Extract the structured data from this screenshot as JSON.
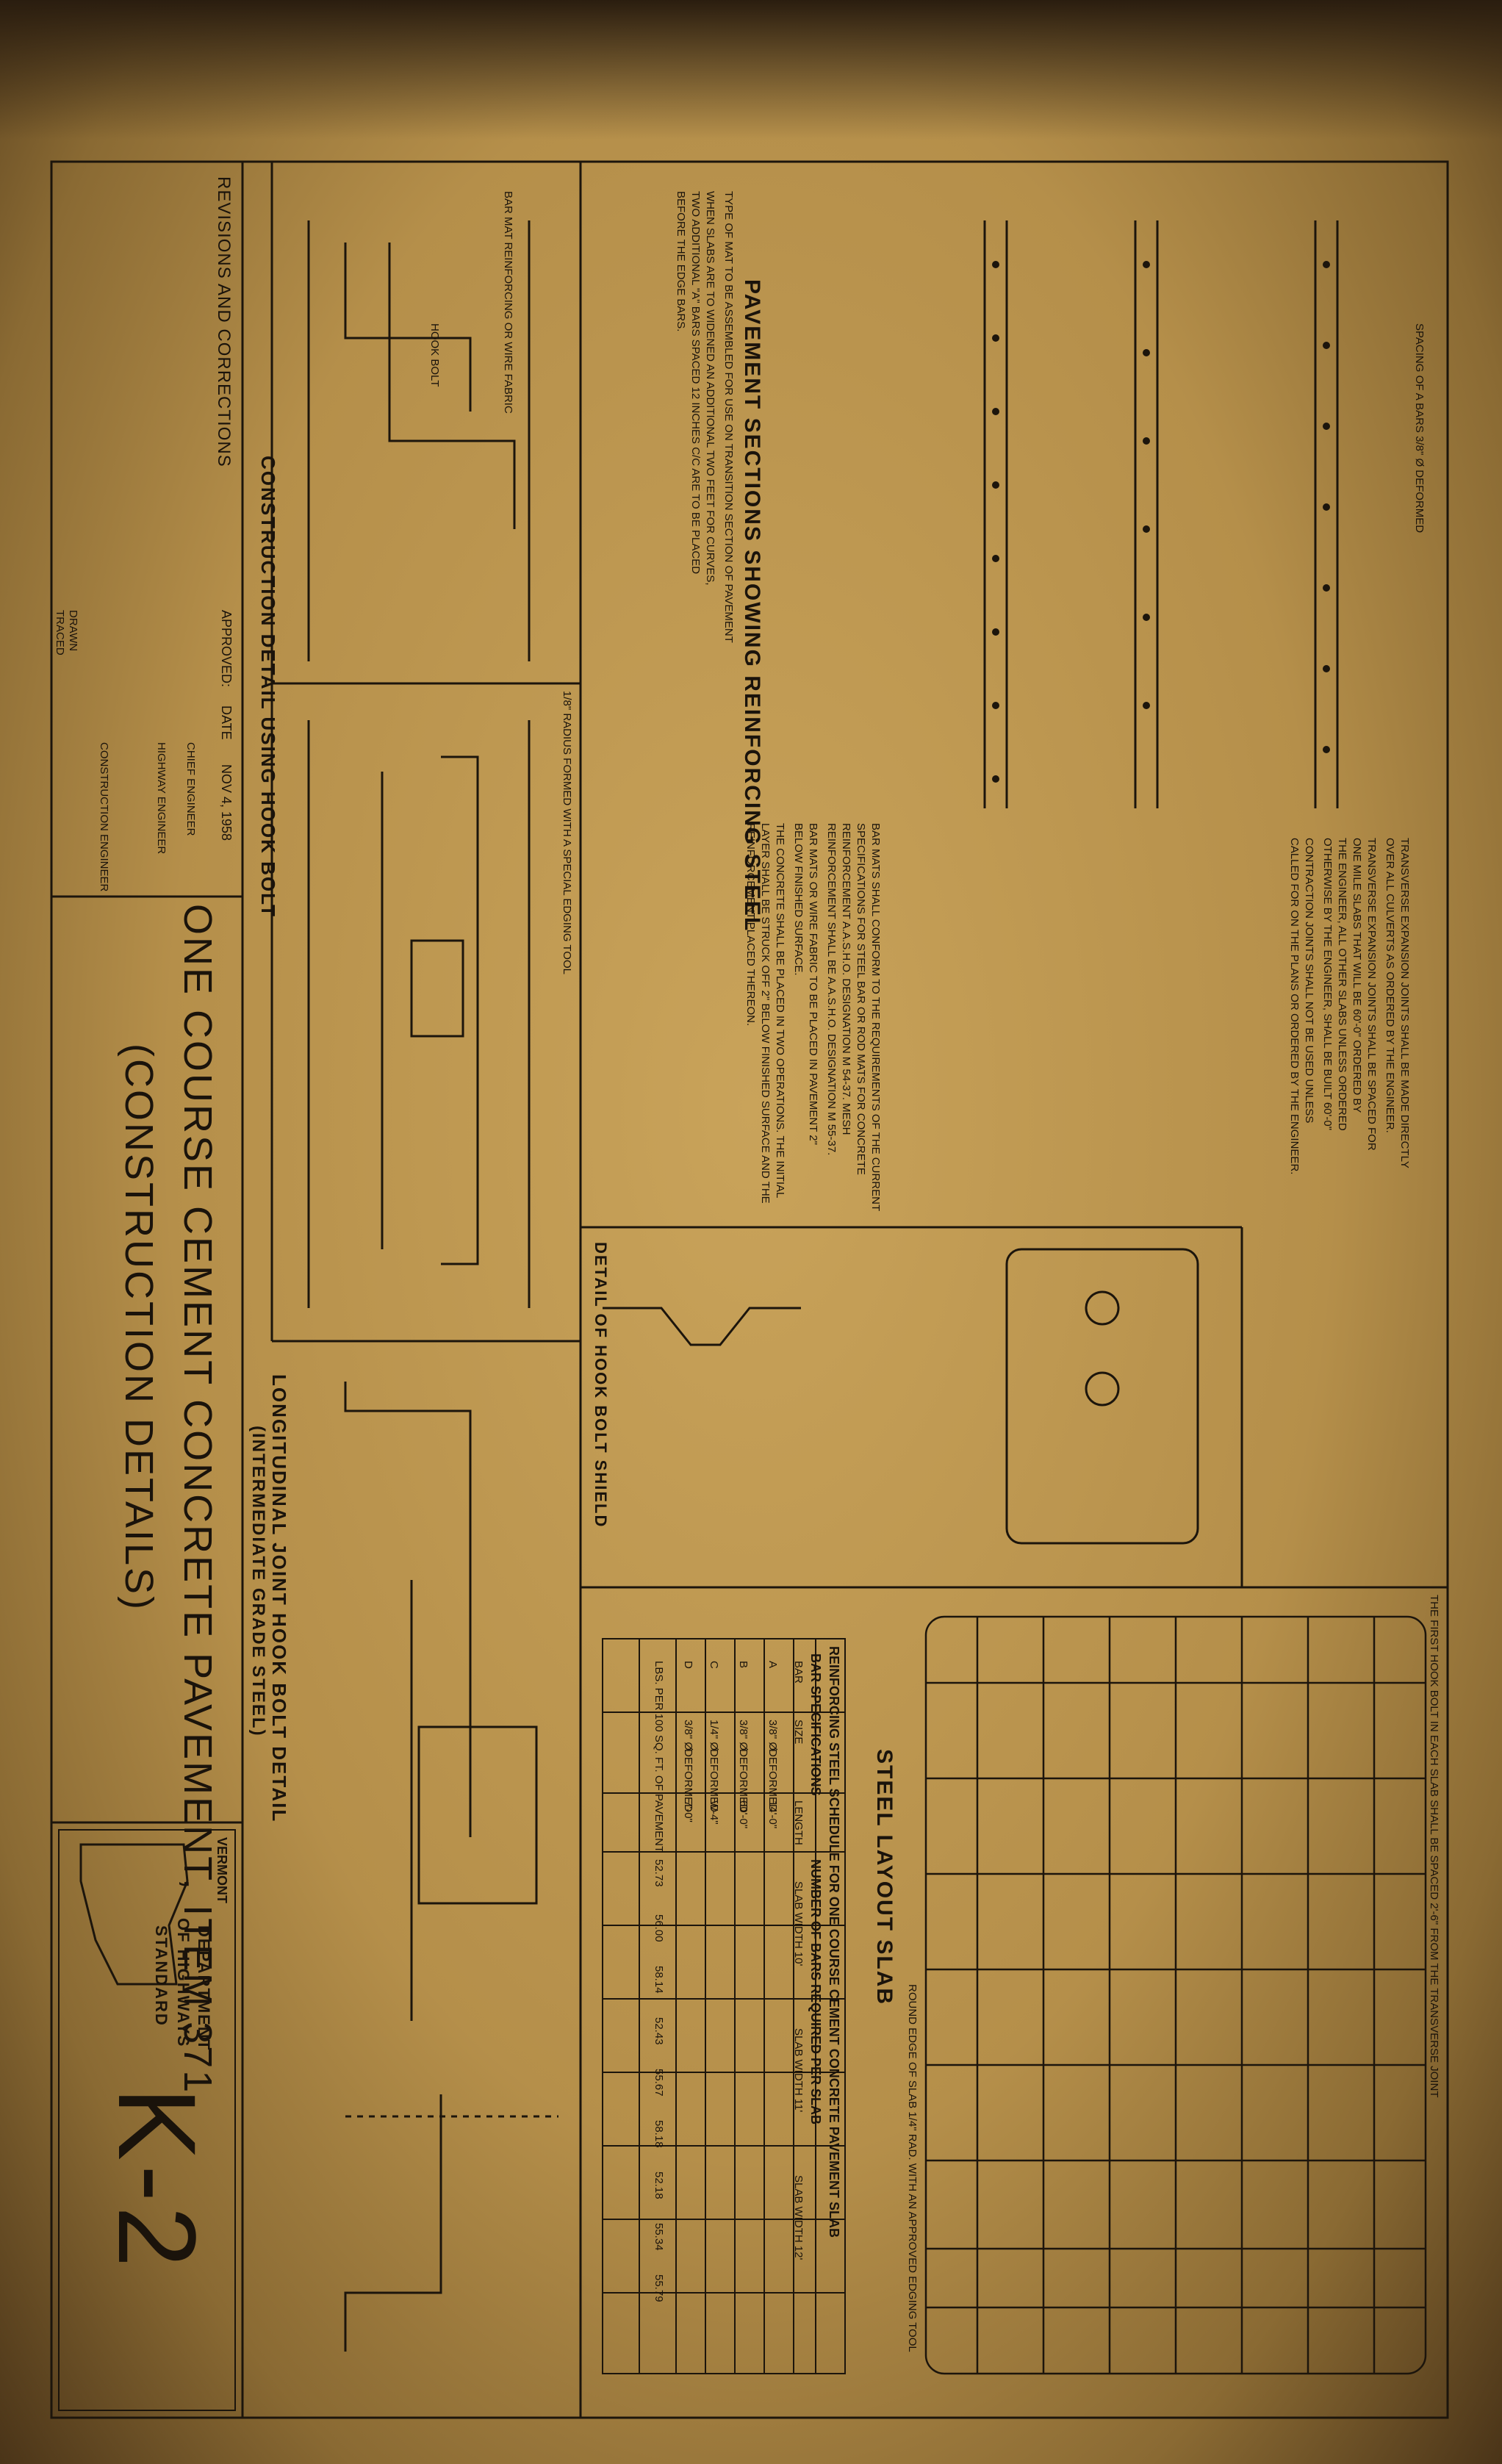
{
  "title_block": {
    "title_line1": "ONE COURSE CEMENT CONCRETE PAVEMENT, ITEM 371",
    "title_line2": "(CONSTRUCTION DETAILS)",
    "sheet_number": "K-2",
    "agency_state": "VERMONT",
    "agency_line1": "DEPARTMENT",
    "agency_line2": "OF HIGHWAYS",
    "agency_line3": "STANDARD",
    "revisions": "REVISIONS AND CORRECTIONS",
    "approved": "APPROVED:",
    "date_label": "DATE",
    "date": "NOV 4, 1958",
    "chief_engineer": "CHIEF ENGINEER",
    "highway_engineer": "HIGHWAY ENGINEER",
    "construction_engineer": "CONSTRUCTION ENGINEER",
    "drawn": "DRAWN",
    "traced": "TRACED"
  },
  "sections": {
    "pavement_sections": "PAVEMENT SECTIONS SHOWING REINFORCING STEEL",
    "construction_detail": "CONSTRUCTION DETAIL USING HOOK BOLT",
    "longitudinal_joint": "LONGITUDINAL JOINT HOOK BOLT DETAIL",
    "longitudinal_joint_sub": "(INTERMEDIATE GRADE STEEL)",
    "hook_bolt_shield": "DETAIL OF HOOK BOLT SHIELD",
    "steel_layout": "STEEL LAYOUT SLAB",
    "schedule_title": "REINFORCING STEEL SCHEDULE FOR ONE COURSE CEMENT CONCRETE PAVEMENT SLAB",
    "bar_spec": "BAR SPECIFICATIONS",
    "bars_required": "NUMBER OF BARS REQUIRED PER SLAB"
  },
  "notes": {
    "transverse": [
      "TRANSVERSE EXPANSION JOINTS SHALL BE MADE DIRECTLY",
      "OVER ALL CULVERTS AS ORDERED BY THE ENGINEER.",
      "TRANSVERSE EXPANSION JOINTS SHALL BE SPACED FOR",
      "ONE MILE SLABS THAT WILL BE 60'-0\" ORDERED BY",
      "THE ENGINEER, ALL OTHER SLABS UNLESS ORDERED",
      "OTHERWISE BY THE ENGINEER, SHALL BE BUILT 60'-0\"",
      "CONTRACTION JOINTS SHALL NOT BE USED UNLESS",
      "CALLED FOR ON THE PLANS OR ORDERED BY THE ENGINEER."
    ],
    "bar_mats": [
      "BAR MATS SHALL CONFORM TO THE REQUIREMENTS OF THE CURRENT",
      "SPECIFICATIONS FOR STEEL BAR OR ROD MATS FOR CONCRETE",
      "REINFORCEMENT A.A.S.H.O. DESIGNATION M 54-37. MESH",
      "REINFORCEMENT SHALL BE A.A.S.H.O. DESIGNATION M 55-37.",
      "BAR MATS OR WIRE FABRIC TO BE PLACED IN PAVEMENT 2\"",
      "BELOW FINISHED SURFACE.",
      "THE CONCRETE SHALL BE PLACED IN TWO OPERATIONS. THE INITIAL",
      "LAYER SHALL BE STRUCK OFF 2\" BELOW FINISHED SURFACE AND THE",
      "REINFORCEMENT PLACED THEREON."
    ],
    "mat_type": [
      "TYPE OF MAT TO BE ASSEMBLED FOR USE ON TRANSITION SECTION OF PAVEMENT",
      "WHEN SLABS ARE TO WIDENED AN ADDITIONAL TWO FEET FOR CURVES,",
      "TWO ADDITIONAL \"A\" BARS SPACED 12 INCHES C/C ARE TO BE PLACED",
      "BEFORE THE EDGE BARS."
    ],
    "spacing_a": "SPACING OF A BARS 3/8\" Ø DEFORMED",
    "hook_bolt": "HOOK BOLT",
    "bar_mat_fabric": "BAR MAT REINFORCING OR WIRE FABRIC",
    "edging_tool": "1/8\" RADIUS FORMED WITH A SPECIAL EDGING TOOL",
    "round_edge": "ROUND EDGE OF SLAB 1/4\" RAD. WITH AN APPROVED EDGING TOOL",
    "first_hook": "THE FIRST HOOK BOLT IN EACH SLAB SHALL BE SPACED 2'-6\" FROM THE TRANSVERSE JOINT"
  },
  "schedule": {
    "headers": [
      "BAR",
      "SIZE",
      "LENGTH",
      "SLAB WIDTH 10'",
      "SLAB WIDTH 11'",
      "SLAB WIDTH 12'"
    ],
    "rows": [
      [
        "A",
        "3/8\" Ø",
        "DEFORMED",
        "14'-0\""
      ],
      [
        "B",
        "3/8\" Ø",
        "DEFORMED",
        "60'-0\""
      ],
      [
        "C",
        "1/4\" Ø",
        "DEFORMED",
        "W-4\""
      ],
      [
        "D",
        "3/8\" Ø",
        "DEFORMED",
        "7'-0\""
      ]
    ],
    "lbs_row": [
      "LBS. PER 100 SQ. FT. OF PAVEMENT",
      "52.73",
      "56.00",
      "58.14",
      "52.43",
      "55.67",
      "58.18",
      "52.18",
      "55.34",
      "55.79"
    ]
  }
}
